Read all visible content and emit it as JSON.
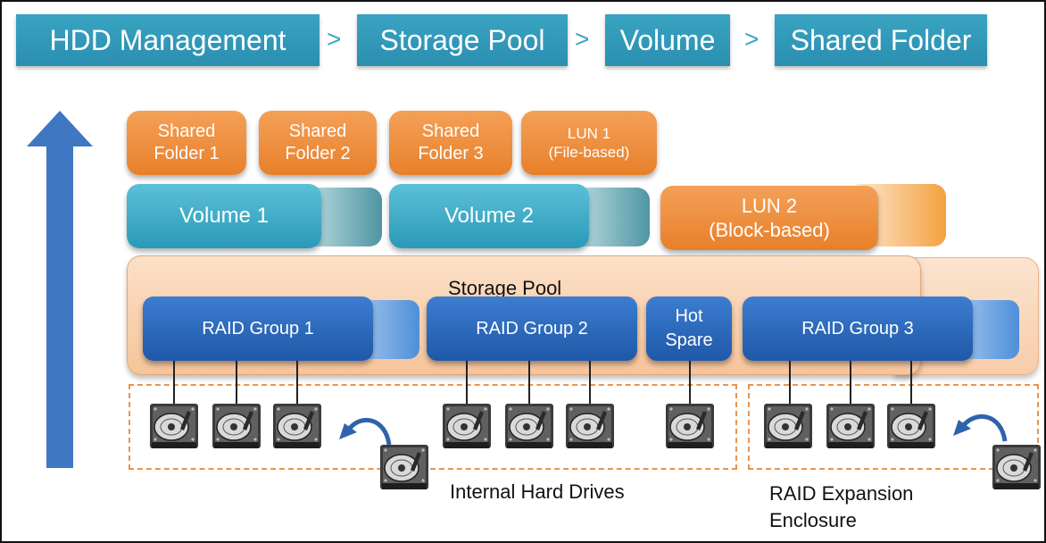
{
  "header": {
    "steps": [
      "HDD Management",
      "Storage Pool",
      "Volume",
      "Shared Folder"
    ],
    "separator": ">"
  },
  "shared": {
    "folder1": [
      "Shared",
      "Folder 1"
    ],
    "folder2": [
      "Shared",
      "Folder 2"
    ],
    "folder3": [
      "Shared",
      "Folder 3"
    ],
    "lun1": [
      "LUN 1",
      "(File-based)"
    ]
  },
  "volumes": {
    "volume1": "Volume 1",
    "volume2": "Volume 2",
    "lun2": [
      "LUN 2",
      "(Block-based)"
    ]
  },
  "pool": {
    "title": "Storage Pool",
    "raid1": "RAID Group 1",
    "raid2": "RAID Group 2",
    "hotspare": [
      "Hot",
      "Spare"
    ],
    "raid3": "RAID Group 3"
  },
  "captions": {
    "internal": "Internal Hard Drives",
    "expansion": [
      "RAID Expansion",
      "Enclosure"
    ]
  },
  "colors": {
    "header": "#2a8fb0",
    "orange": "#e8802a",
    "teal": "#2a9ab8",
    "raid": "#1f58a8",
    "arrow": "#3f77c2"
  },
  "icons": {
    "arrow": "up-arrow-icon",
    "drive": "hard-drive-icon",
    "curved": "curved-arrow-icon"
  }
}
